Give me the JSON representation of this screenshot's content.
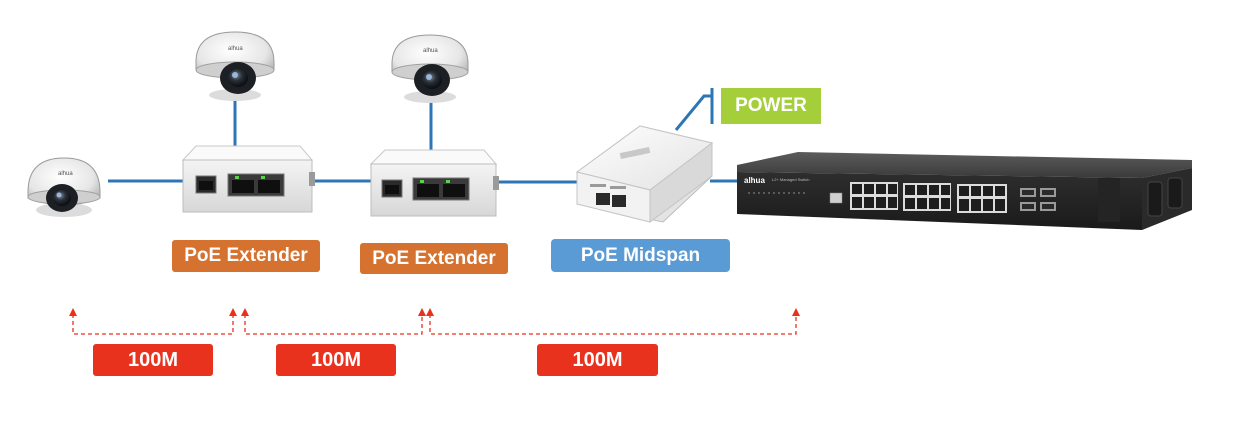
{
  "labels": {
    "poe_extender_1": "PoE Extender",
    "poe_extender_2": "PoE Extender",
    "poe_midspan": "PoE Midspan",
    "power": "POWER"
  },
  "distances": [
    "100M",
    "100M",
    "100M"
  ],
  "colors": {
    "extender": "#d6722f",
    "midspan": "#5b9bd5",
    "power": "#a5cf3a",
    "distance": "#e8321e",
    "cable": "#2e75b6",
    "dashed": "#e8321e"
  },
  "icons": {
    "camera": "dome-camera-icon",
    "extender": "poe-extender-device-icon",
    "midspan": "poe-midspan-device-icon",
    "switch": "network-switch-device-icon"
  }
}
